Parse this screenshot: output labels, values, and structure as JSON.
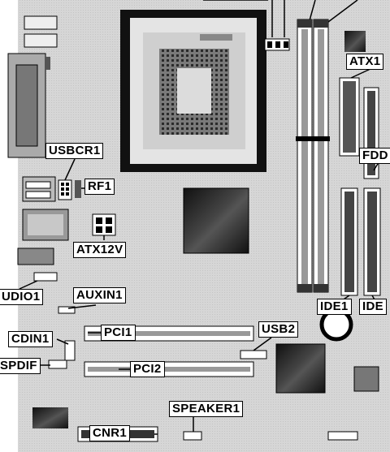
{
  "labels": {
    "atx1": "ATX1",
    "fdd": "FDD",
    "usbcr1": "USBCR1",
    "rf1": "RF1",
    "atx12v": "ATX12V",
    "audio1": "UDIO1",
    "auxin1": "AUXIN1",
    "ide1": "IDE1",
    "ide2": "IDE",
    "cdin1": "CDIN1",
    "pci1": "PCI1",
    "usb2": "USB2",
    "spdif": "SPDIF",
    "pci2": "PCI2",
    "speaker1": "SPEAKER1",
    "cnr1": "CNR1"
  },
  "colors": {
    "board": "#dcdcdc",
    "slot": "#ffffff",
    "chip_dark": "#2a2a2a",
    "outline": "#000000"
  }
}
